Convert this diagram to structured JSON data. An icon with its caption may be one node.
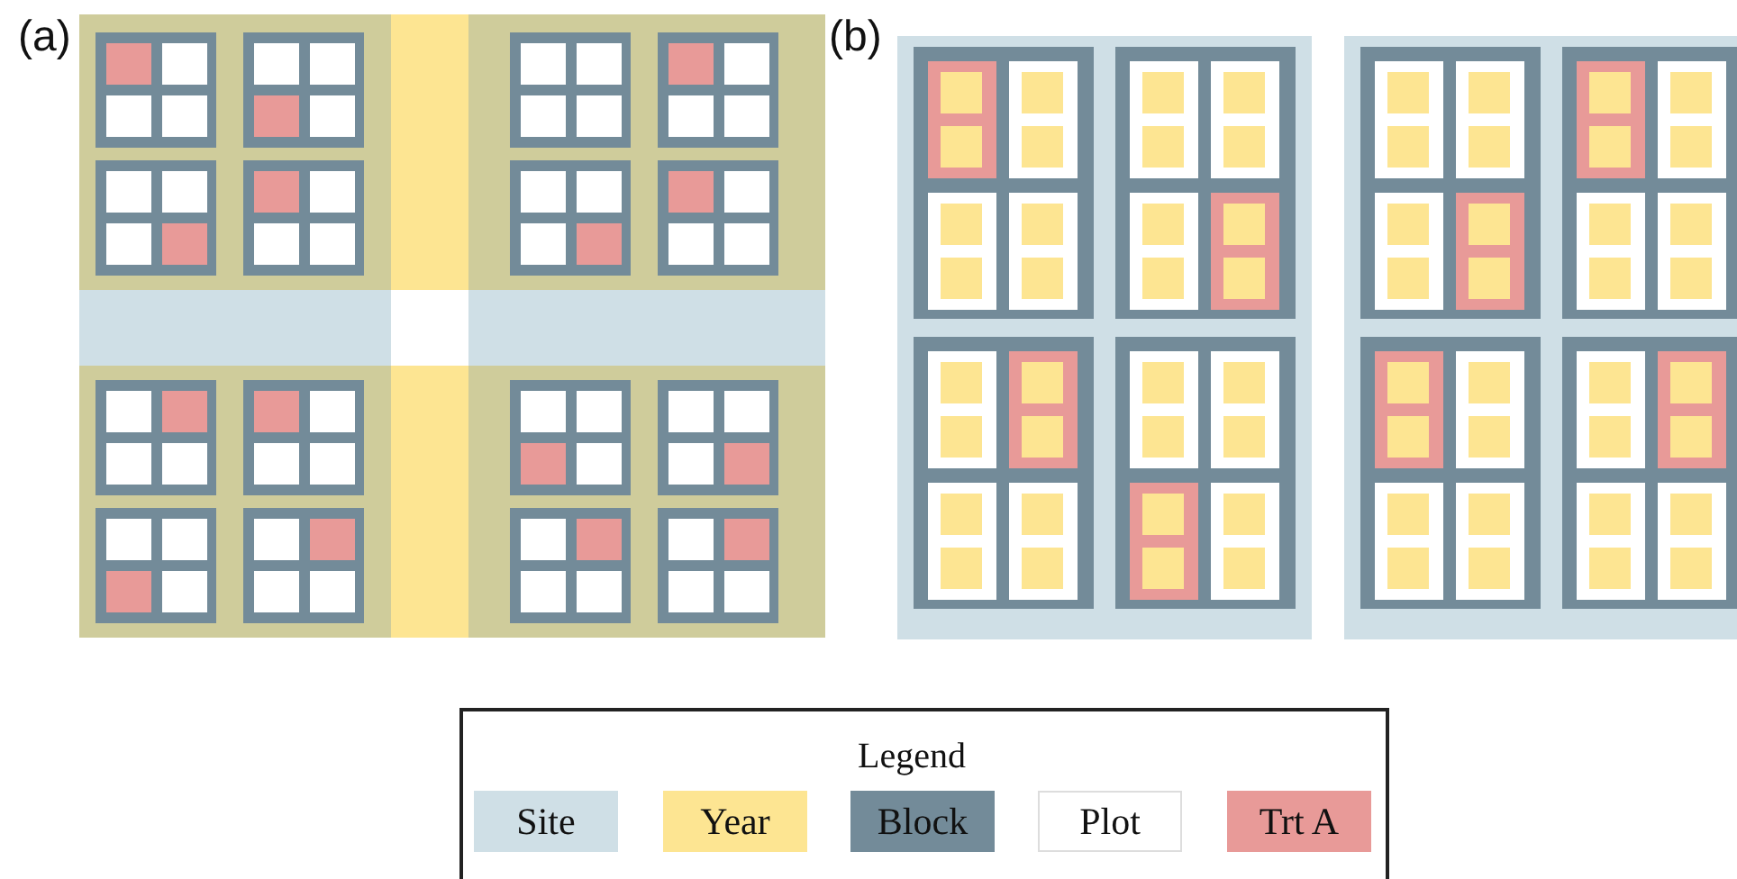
{
  "diagram": {
    "labels": [
      "(a)",
      "(b)",
      "Legend"
    ],
    "legend": [
      {
        "text": "Site",
        "color": "#cfdfe6"
      },
      {
        "text": "Year",
        "color": "#fde592"
      },
      {
        "text": "Block",
        "color": "#738b99"
      },
      {
        "text": "Plot",
        "color": "#ffffff"
      },
      {
        "text": "Trt A",
        "color": "#e89a98"
      }
    ]
  }
}
